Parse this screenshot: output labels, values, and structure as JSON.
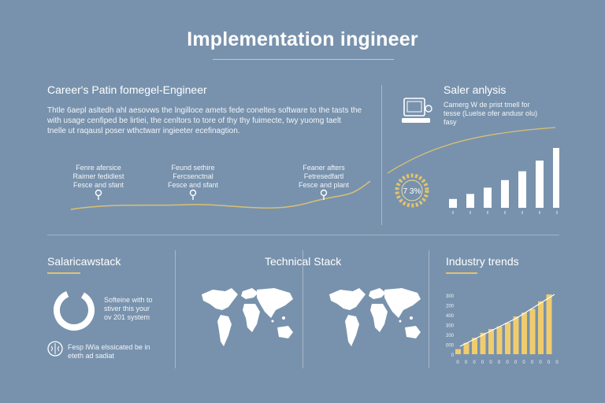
{
  "title": "Implementation ingineer",
  "career": {
    "heading": "Career's Patin fomegel-Engineer",
    "text_lines": [
      "Thtle 6aepl asltedh ahl aesovws the lngilloce amets fede coneltes software to the tasts the",
      "with usage cenfiped be lirtiei, the cenltors to tore of thy thy fuimecte, twy yuomg taelt",
      "tnelle ut raqausl poser wthctwarr ingieeter ecefinagtion."
    ],
    "milestones": [
      {
        "line1": "Fenre afersice",
        "line2": "Raimer fedidlest",
        "line3": "Fesce and sfant"
      },
      {
        "line1": "Feund sethire",
        "line2": "Fercsenctnal",
        "line3": "Fesce and sfant"
      },
      {
        "line1": "Feaner afters",
        "line2": "Fetresedfartl",
        "line3": "Fesce and plant"
      }
    ]
  },
  "salary_analysis": {
    "heading": "Saler anlysis",
    "text_lines": [
      "Camerg W de prist tmell for",
      "tesse (Luelse ofer andusr olu)",
      "fasy"
    ],
    "gauge_label": "7 3%",
    "icon": "laptop-icon"
  },
  "salary_stack": {
    "heading": "Salaricawstack",
    "donut_lines": [
      "Softeine with to",
      "stiver this your",
      "ov 201 system"
    ],
    "note_lines": [
      "Fesp lWia elssicated be in",
      "eteth ad sadiat"
    ],
    "icon": "brain-icon"
  },
  "technical_stack": {
    "heading": "Technical Stack",
    "icon": "world-map-icon"
  },
  "industry_trends": {
    "heading": "Industry trends"
  },
  "colors": {
    "background": "#7892ad",
    "accent": "#e3c36b",
    "bar_white": "#ffffff",
    "bar_gold": "#f0cc6e"
  },
  "chart_data": [
    {
      "type": "bar",
      "categories": [
        "",
        "",
        "",
        "",
        "",
        "",
        ""
      ],
      "values": [
        14,
        22,
        32,
        44,
        58,
        75,
        95
      ],
      "trend": "rising curve"
    },
    {
      "type": "bar",
      "categories": [
        "0",
        "0",
        "0",
        "0",
        "0",
        "0",
        "0",
        "0",
        "0",
        "0",
        "0",
        "0",
        "0",
        "0"
      ],
      "yticks": [
        "300",
        "200",
        "400",
        "300",
        "200",
        "000",
        "0"
      ],
      "values": [
        8,
        18,
        26,
        34,
        40,
        44,
        50,
        60,
        66,
        72,
        84,
        95
      ],
      "trend": "rising line"
    }
  ]
}
